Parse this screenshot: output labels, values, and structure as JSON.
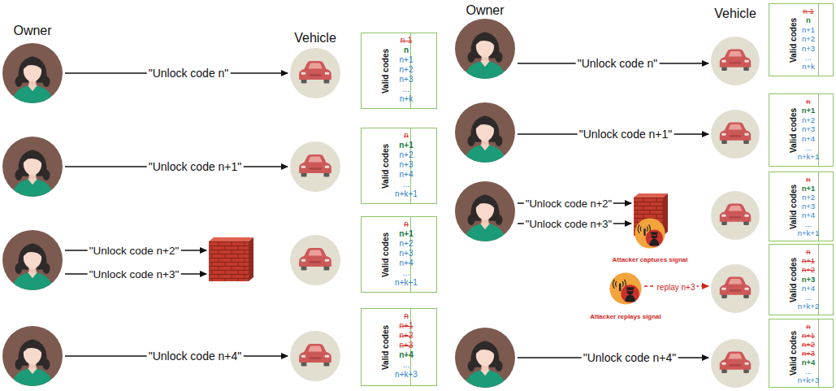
{
  "diagram": {
    "nodes": [
      {
        "text": [
          "Owner"
        ]
      },
      {
        "text": [
          "Vehicle"
        ]
      },
      {
        "text": [
          "Valid codes",
          "n-1",
          "n",
          "n+1",
          "n+2",
          "n+3",
          "...",
          "n+k"
        ]
      },
      {
        "text": []
      },
      {
        "text": []
      },
      {
        "text": [
          "Valid codes",
          "n",
          "n+1",
          "n+2",
          "n+3",
          "n+4",
          "...",
          "n+k+1"
        ]
      },
      {
        "text": []
      },
      {
        "text": []
      },
      {
        "text": []
      },
      {
        "text": [
          "Valid codes",
          "n",
          "n+1",
          "n+2",
          "n+3",
          "n+4",
          "...",
          "n+k+1"
        ]
      },
      {
        "text": []
      },
      {
        "text": []
      },
      {
        "text": [
          "Valid codes",
          "n",
          "n+1",
          "n+2",
          "n+3",
          "n+4",
          "...",
          "n+k+3"
        ]
      },
      {
        "text": [
          "Owner"
        ]
      },
      {
        "text": [
          "Vehicle"
        ]
      },
      {
        "text": [
          "Valid codes",
          "n-1",
          "n",
          "n+1",
          "n+2",
          "n+3",
          "...",
          "n+k"
        ]
      },
      {
        "text": []
      },
      {
        "text": []
      },
      {
        "text": [
          "Valid codes",
          "n",
          "n+1",
          "n+2",
          "n+3",
          "n+4",
          "...",
          "n+k+1"
        ]
      },
      {
        "text": []
      },
      {
        "text": []
      },
      {
        "text": [
          "Attacker captures signal"
        ]
      },
      {
        "text": []
      },
      {
        "text": [
          "Valid codes",
          "n",
          "n+1",
          "n+2",
          "n+3",
          "n+4",
          "...",
          "n+k+1"
        ]
      },
      {
        "text": [
          "Attacker replays signal"
        ]
      },
      {
        "text": []
      },
      {
        "text": [
          "Valid codes",
          "n",
          "n+1",
          "n+2",
          "n+3",
          "n+4",
          "...",
          "n+k+2"
        ]
      },
      {
        "text": []
      },
      {
        "text": []
      },
      {
        "text": [
          "Valid codes",
          "n",
          "n+1",
          "n+2",
          "n+3",
          "n+4",
          "...",
          "n+k+3"
        ]
      }
    ],
    "edges": [
      {
        "from": 0,
        "to": 1,
        "label": "\"Unlock code n\"",
        "arrow": "to"
      },
      {
        "from": 3,
        "to": 4,
        "label": "\"Unlock code n+1\"",
        "arrow": "to"
      },
      {
        "from": 6,
        "to": 7,
        "label": "\"Unlock code n+2\"",
        "arrow": "to"
      },
      {
        "from": 6,
        "to": 7,
        "label": "\"Unlock code n+3\"",
        "arrow": "to"
      },
      {
        "from": 10,
        "to": 11,
        "label": "\"Unlock code n+4\"",
        "arrow": "to"
      },
      {
        "from": 13,
        "to": 14,
        "label": "\"Unlock code n\"",
        "arrow": "to"
      },
      {
        "from": 16,
        "to": 17,
        "label": "\"Unlock code n+1\"",
        "arrow": "to"
      },
      {
        "from": 19,
        "to": 20,
        "label": "\"Unlock code n+2\"",
        "arrow": "to"
      },
      {
        "from": 19,
        "to": 20,
        "label": "\"Unlock code n+3\"",
        "arrow": "to"
      },
      {
        "from": 24,
        "to": 25,
        "label": "replay n+3",
        "arrow": "to"
      },
      {
        "from": 27,
        "to": 28,
        "label": "\"Unlock code n+4\"",
        "arrow": "to"
      }
    ]
  }
}
